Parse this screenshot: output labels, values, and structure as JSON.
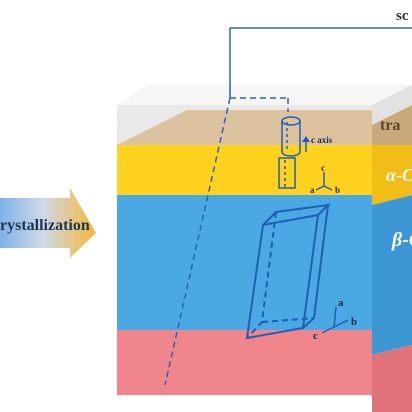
{
  "labels": {
    "top_cut": "sc",
    "arrow_text": "rystallization",
    "top_layer": "tra",
    "alpha_layer": "α-C",
    "beta_layer": "β-C",
    "c_axis": "c axis"
  },
  "axes_small": {
    "c": "c",
    "a": "a",
    "b": "b"
  },
  "axes_large": {
    "a": "a",
    "b": "b",
    "c": "c"
  },
  "colors": {
    "transparent_layer": "#e9e9e9",
    "tan_layer": "#dcc39e",
    "yellow_layer": "#ffd21f",
    "blue_layer": "#4aa8e2",
    "pink_layer": "#f0868c",
    "outline": "#1f5fb5"
  }
}
